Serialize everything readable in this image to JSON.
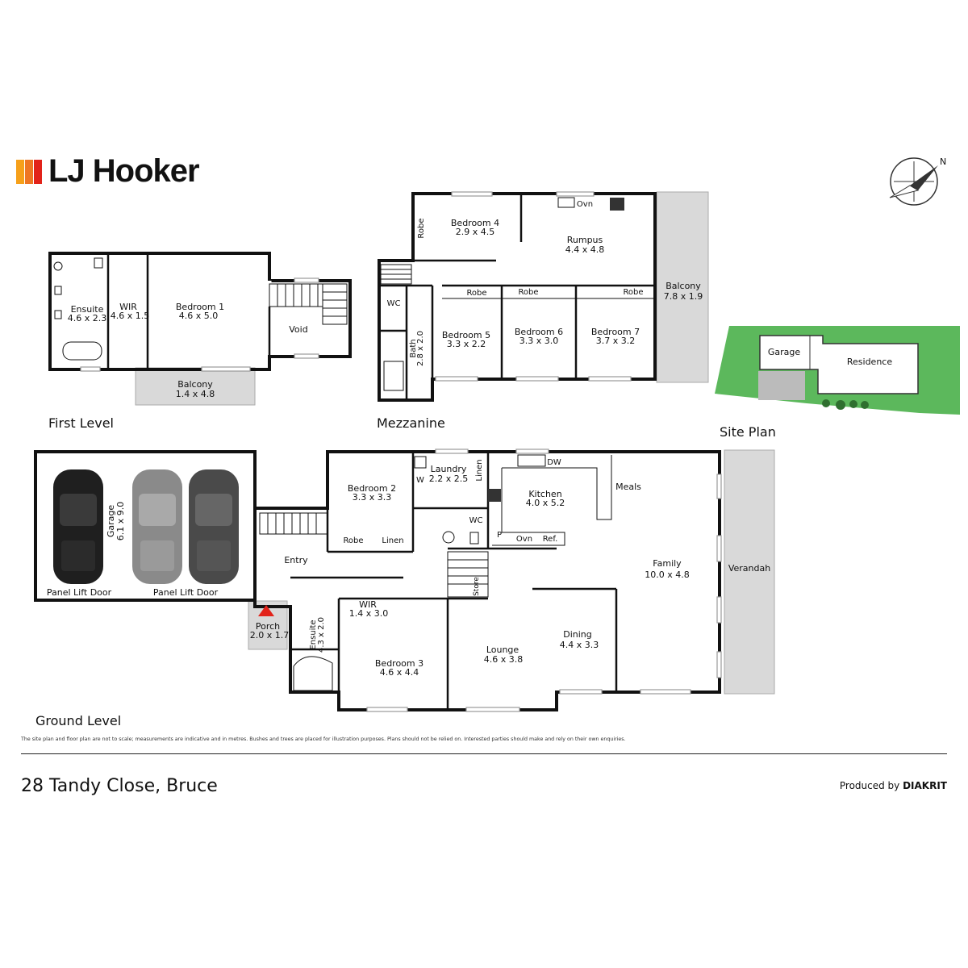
{
  "brand": {
    "name": "LJ Hooker",
    "colors": [
      "#f6a01a",
      "#ee7623",
      "#e2231a"
    ]
  },
  "compass": {
    "north_label": "N"
  },
  "levels": {
    "first": "First Level",
    "mezzanine": "Mezzanine",
    "site": "Site Plan",
    "ground": "Ground Level"
  },
  "first_level": {
    "ensuite": {
      "name": "Ensuite",
      "dims": "4.6 x 2.3"
    },
    "wir": {
      "name": "WIR",
      "dims": "4.6 x 1.5"
    },
    "bedroom1": {
      "name": "Bedroom 1",
      "dims": "4.6 x 5.0"
    },
    "void": {
      "name": "Void"
    },
    "balcony": {
      "name": "Balcony",
      "dims": "1.4 x 4.8"
    }
  },
  "mezzanine": {
    "robe_left": "Robe",
    "bedroom4": {
      "name": "Bedroom 4",
      "dims": "2.9 x 4.5"
    },
    "ovn": "Ovn",
    "rumpus": {
      "name": "Rumpus",
      "dims": "4.4 x 4.8"
    },
    "wc": "WC",
    "robe5": "Robe",
    "robe6": "Robe",
    "robe7": "Robe",
    "bedroom5": {
      "name": "Bedroom 5",
      "dims": "3.3 x 2.2"
    },
    "bedroom6": {
      "name": "Bedroom 6",
      "dims": "3.3 x 3.0"
    },
    "bedroom7": {
      "name": "Bedroom 7",
      "dims": "3.7 x 3.2"
    },
    "bath": {
      "name": "Bath",
      "dims": "2.8 x 2.0"
    },
    "balcony": {
      "name": "Balcony",
      "dims": "7.8 x 1.9"
    }
  },
  "site_plan": {
    "garage": "Garage",
    "residence": "Residence",
    "green": "#5cb85c"
  },
  "ground_level": {
    "garage": {
      "name": "Garage",
      "dims": "6.1 x 9.0"
    },
    "panel_door_1": "Panel Lift Door",
    "panel_door_2": "Panel Lift Door",
    "bedroom2": {
      "name": "Bedroom 2",
      "dims": "3.3 x 3.3"
    },
    "laundry": {
      "name": "Laundry",
      "dims": "2.2 x 2.5"
    },
    "w": "W",
    "linen_v": "Linen",
    "robe": "Robe",
    "linen": "Linen",
    "entry": "Entry",
    "wc": "WC",
    "dw": "DW",
    "kitchen": {
      "name": "Kitchen",
      "dims": "4.0 x 5.2"
    },
    "p": "P",
    "ovn": "Ovn",
    "ref": "Ref.",
    "meals": "Meals",
    "family": {
      "name": "Family",
      "dims": "10.0 x 4.8"
    },
    "verandah": "Verandah",
    "porch": {
      "name": "Porch",
      "dims": "2.0 x 1.7"
    },
    "wir": {
      "name": "WIR",
      "dims": "1.4 x 3.0"
    },
    "ensuite": {
      "name": "Ensuite",
      "dims": "4.3 x 2.0"
    },
    "store": "Store",
    "bedroom3": {
      "name": "Bedroom 3",
      "dims": "4.6 x 4.4"
    },
    "lounge": {
      "name": "Lounge",
      "dims": "4.6 x 3.8"
    },
    "dining": {
      "name": "Dining",
      "dims": "4.4 x 3.3"
    },
    "marker_color": "#e2231a"
  },
  "footer": {
    "disclaimer": "The site plan and floor plan are not to scale; measurements are indicative and in metres. Bushes and trees are placed for illustration purposes. Plans should not be relied on. Interested parties should make and rely on their own enquiries.",
    "address": "28 Tandy Close, Bruce",
    "produced_by": "Produced by",
    "producer": "DIAKRIT"
  }
}
